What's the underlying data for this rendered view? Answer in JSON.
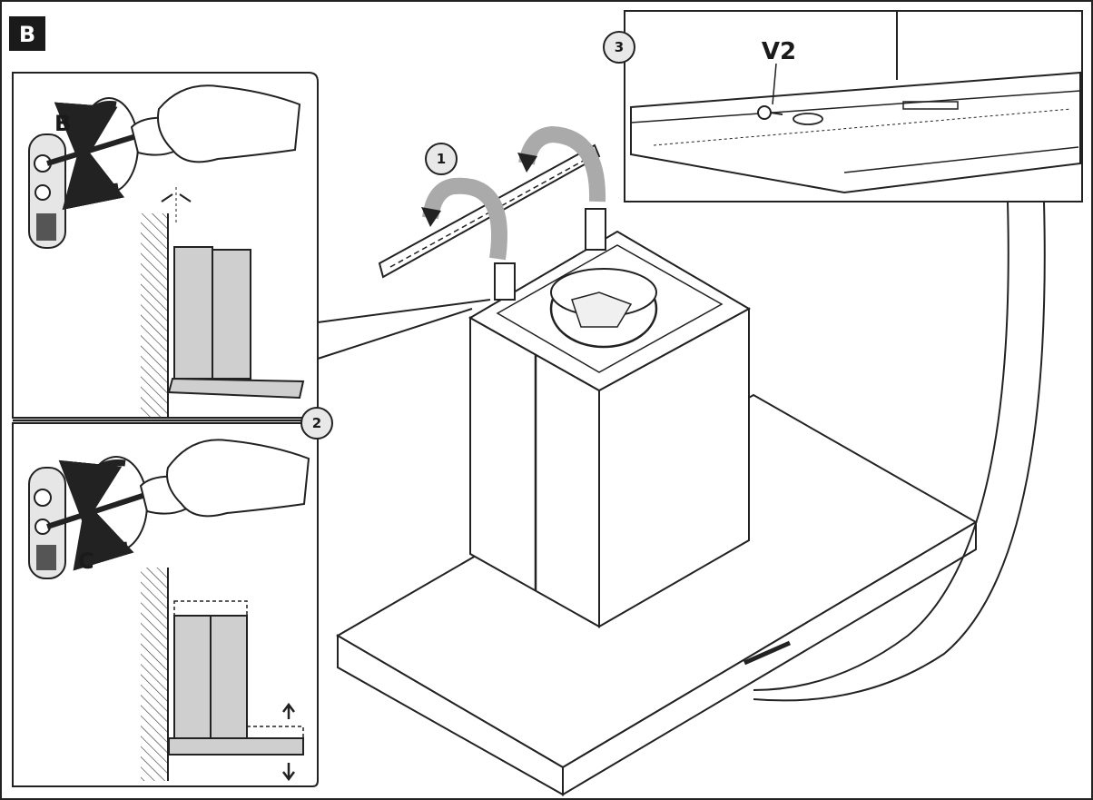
{
  "section_label": "B",
  "steps": [
    "1",
    "2",
    "3"
  ],
  "labels": {
    "screw_b": "B",
    "screw_c": "C",
    "screw_v2": "V2"
  }
}
